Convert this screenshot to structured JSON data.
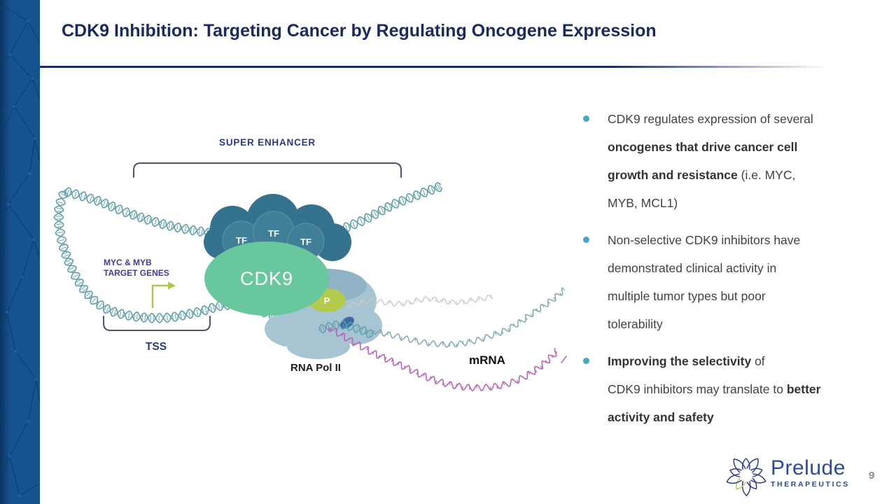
{
  "slide": {
    "title": "CDK9 Inhibition: Targeting Cancer by Regulating Oncogene Expression"
  },
  "bullets": [
    {
      "segments": [
        {
          "t": "CDK9 regulates expression of several"
        },
        {
          "br": true
        },
        {
          "t": "oncogenes that drive cancer cell",
          "b": true
        },
        {
          "br": true
        },
        {
          "t": "growth and resistance",
          "b": true
        },
        {
          "t": " (i.e. MYC,"
        },
        {
          "br": true
        },
        {
          "t": "MYB, MCL1)"
        }
      ]
    },
    {
      "segments": [
        {
          "t": "Non-selective CDK9 inhibitors have"
        },
        {
          "br": true
        },
        {
          "t": "demonstrated clinical activity in"
        },
        {
          "br": true
        },
        {
          "t": "multiple tumor types but poor"
        },
        {
          "br": true
        },
        {
          "t": "tolerability"
        }
      ]
    },
    {
      "segments": [
        {
          "t": "Improving the selectivity",
          "b": true
        },
        {
          "t": " of"
        },
        {
          "br": true
        },
        {
          "t": "CDK9 inhibitors may translate to "
        },
        {
          "t": "better",
          "b": true
        },
        {
          "br": true
        },
        {
          "t": "activity and safety",
          "b": true
        }
      ]
    }
  ],
  "diagram": {
    "labels": {
      "super_enhancer": "SUPER ENHANCER",
      "target_genes_line1": "MYC & MYB",
      "target_genes_line2": "TARGET GENES",
      "tss": "TSS",
      "cdk9": "CDK9",
      "tf": [
        "TF",
        "TF",
        "TF"
      ],
      "p": "P",
      "rna_pol_ii": "RNA Pol II",
      "mrna": "mRNA"
    },
    "colors": {
      "dna": "#5E9FAC",
      "cdk9_fill": "#68C79C",
      "tf_fill": "#417E98",
      "tf_cloud": "#35728E",
      "pol_fill": "#A6C4D2",
      "pol_shadow": "#8FB3C4",
      "p_fill": "#B2CB4D",
      "ctd_oval": "#3B6BA5",
      "arrow": "#A9C84B",
      "mrna_gray": "#C9C9C9",
      "mrna_teal": "#7FA9B1",
      "mrna_magenta": "#BC64BE",
      "bracket": "#4A5668",
      "label_navy": "#2B3A8C",
      "label_indigo": "#3C3D96",
      "bullet_dot": "#4AA5C0",
      "title_navy": "#192A5F",
      "band_blue": "#15538E"
    }
  },
  "footer": {
    "brand": "Prelude",
    "brand_sub": "THERAPEUTICS",
    "page": "9"
  }
}
